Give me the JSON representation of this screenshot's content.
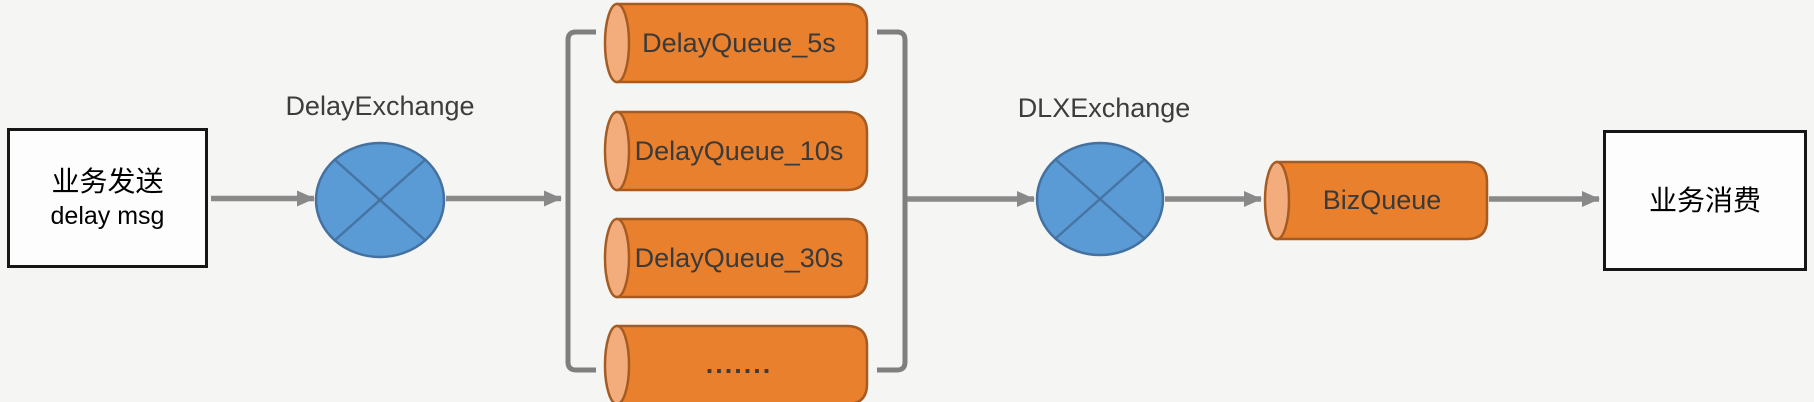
{
  "colors": {
    "canvas_bg": "#f5f5f3",
    "arrow_gray": "#898989",
    "bracket_gray": "#7f7f7f",
    "queue_fill": "#e8802d",
    "queue_cap_fill": "#f3ad7d",
    "queue_stroke": "#a65b22",
    "exchange_fill": "#5b9bd5",
    "exchange_stroke": "#44719f",
    "box_fill": "#fdfdfd",
    "box_border": "#161616",
    "label_color": "#3d3d3d",
    "queue_label_color": "#3a3a3a"
  },
  "nodes": {
    "producer": {
      "line1": "业务发送",
      "line2": "delay msg"
    },
    "delay_exchange": {
      "label": "DelayExchange"
    },
    "delay_queues": [
      {
        "label": "DelayQueue_5s"
      },
      {
        "label": "DelayQueue_10s"
      },
      {
        "label": "DelayQueue_30s"
      },
      {
        "label": "......."
      }
    ],
    "dlx_exchange": {
      "label": "DLXExchange"
    },
    "biz_queue": {
      "label": "BizQueue"
    },
    "consumer": {
      "label": "业务消费"
    }
  }
}
